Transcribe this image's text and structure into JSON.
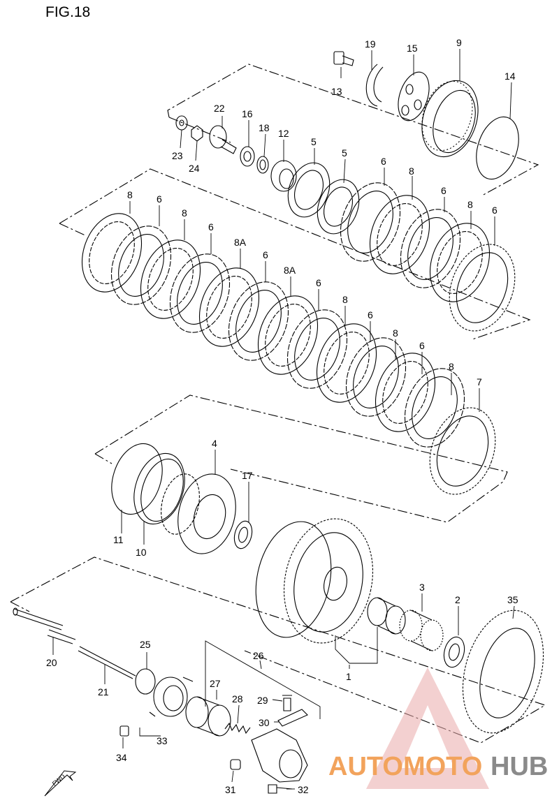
{
  "figure": {
    "title": "FIG.18",
    "watermark": {
      "brand_a": "AUTOMOTO",
      "brand_b": "HUB",
      "accent_color": "#f2a35c",
      "dark_color": "#8a8a8a",
      "logo_color": "#e9a9a9"
    },
    "fwd_label": "FWD",
    "callouts": [
      {
        "id": "c13",
        "label": "13"
      },
      {
        "id": "c19",
        "label": "19"
      },
      {
        "id": "c15",
        "label": "15"
      },
      {
        "id": "c9",
        "label": "9"
      },
      {
        "id": "c14",
        "label": "14"
      },
      {
        "id": "c22",
        "label": "22"
      },
      {
        "id": "c16",
        "label": "16"
      },
      {
        "id": "c18",
        "label": "18"
      },
      {
        "id": "c12",
        "label": "12"
      },
      {
        "id": "c23",
        "label": "23"
      },
      {
        "id": "c24",
        "label": "24"
      },
      {
        "id": "c5a",
        "label": "5"
      },
      {
        "id": "c5b",
        "label": "5"
      },
      {
        "id": "c6a",
        "label": "6"
      },
      {
        "id": "c8a",
        "label": "8"
      },
      {
        "id": "c6b",
        "label": "6"
      },
      {
        "id": "c8b",
        "label": "8"
      },
      {
        "id": "c6c",
        "label": "6"
      },
      {
        "id": "c8c",
        "label": "8"
      },
      {
        "id": "c6d",
        "label": "6"
      },
      {
        "id": "c8d",
        "label": "8"
      },
      {
        "id": "c6e",
        "label": "6"
      },
      {
        "id": "c8A1",
        "label": "8A"
      },
      {
        "id": "c6f",
        "label": "6"
      },
      {
        "id": "c8A2",
        "label": "8A"
      },
      {
        "id": "c6g",
        "label": "6"
      },
      {
        "id": "c8e",
        "label": "8"
      },
      {
        "id": "c6h",
        "label": "6"
      },
      {
        "id": "c8f",
        "label": "8"
      },
      {
        "id": "c6i",
        "label": "6"
      },
      {
        "id": "c8g",
        "label": "8"
      },
      {
        "id": "c7",
        "label": "7"
      },
      {
        "id": "c4",
        "label": "4"
      },
      {
        "id": "c17",
        "label": "17"
      },
      {
        "id": "c11",
        "label": "11"
      },
      {
        "id": "c10",
        "label": "10"
      },
      {
        "id": "c3",
        "label": "3"
      },
      {
        "id": "c2",
        "label": "2"
      },
      {
        "id": "c35",
        "label": "35"
      },
      {
        "id": "c1",
        "label": "1"
      },
      {
        "id": "c20",
        "label": "20"
      },
      {
        "id": "c21",
        "label": "21"
      },
      {
        "id": "c25",
        "label": "25"
      },
      {
        "id": "c26",
        "label": "26"
      },
      {
        "id": "c27",
        "label": "27"
      },
      {
        "id": "c28",
        "label": "28"
      },
      {
        "id": "c29",
        "label": "29"
      },
      {
        "id": "c30",
        "label": "30"
      },
      {
        "id": "c33",
        "label": "33"
      },
      {
        "id": "c34",
        "label": "34"
      },
      {
        "id": "c31",
        "label": "31"
      },
      {
        "id": "c32",
        "label": "32"
      }
    ]
  }
}
